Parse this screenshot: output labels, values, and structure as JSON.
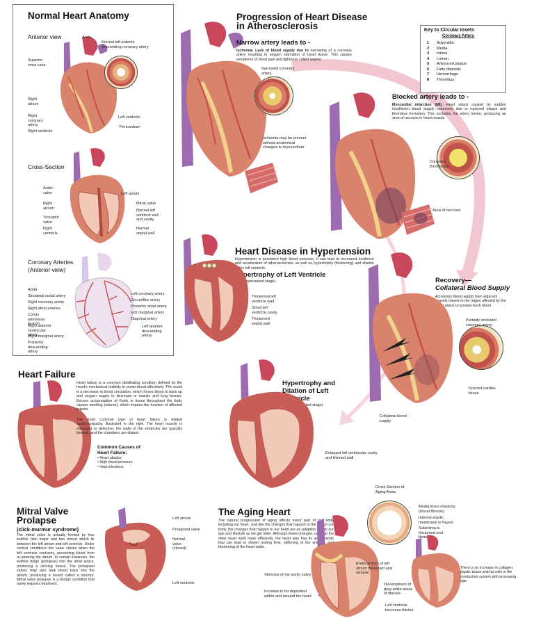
{
  "left_panel": {
    "title": "Normal Heart Anatomy",
    "anterior": {
      "heading": "Anterior view",
      "labels": [
        "Aorta",
        "Normal left anterior descending coronary artery",
        "Superior vena cava",
        "Right atrium",
        "Right coronary artery",
        "Right ventricle",
        "Left ventricle",
        "Pericardium"
      ]
    },
    "cross": {
      "heading": "Cross-Section",
      "labels": [
        "Aortic valve",
        "Left atrium",
        "Right atrium",
        "Mitral valve",
        "Tricuspid valve",
        "Normal left ventricle wall and cavity",
        "Right ventricle",
        "Normal septal wall"
      ]
    },
    "coronary": {
      "heading": "Coronary Arteries",
      "subheading": "(Anterior view)",
      "labels": [
        "Aorta",
        "Sinoatrial nodal artery",
        "Right coronary artery",
        "Right atrial arteries",
        "Conus arteriosus branch",
        "Right anterior ventricular artery",
        "Right marginal artery",
        "Posterior descending artery",
        "Left coronary artery",
        "Circumflex artery",
        "Posterior atrial artery",
        "Left marginal artery",
        "Diagonal artery",
        "Left anterior descending artery"
      ]
    }
  },
  "progression": {
    "title_line1": "Progression of Heart Disease",
    "title_line2": "in Atherosclerosis",
    "narrow_heading": "Narrow artery leads to -",
    "narrow_bold": "Ischemia: Lack of blood supply due to",
    "narrow_text": "narrowing of a coronary artery resulting in oxygen starvation of heart tissue. This causes symptoms of chest pain and tightness called angina.",
    "narrow_labels": [
      "Narrowed coronary artery",
      "Ischemia may be present without anatomical changes to myocardium"
    ],
    "blocked_heading": "Blocked artery leads to -",
    "blocked_bold": "Myocardial infarction (MI):",
    "blocked_text": "Heart attack caused by sudden insufficient blood supply commonly due to ruptured plaque and thrombus formation. This occludes the artery lumen, producing an area of necrosis in heart muscle.",
    "blocked_labels": [
      "Coronary thrombosis",
      "Area of necrosis"
    ]
  },
  "key": {
    "title": "Key to Circular Insets",
    "subtitle": "Coronary Artery",
    "items": [
      {
        "n": "1",
        "label": "Adventitia"
      },
      {
        "n": "2",
        "label": "Media"
      },
      {
        "n": "3",
        "label": "Intima"
      },
      {
        "n": "4",
        "label": "Lumen"
      },
      {
        "n": "5",
        "label": "Advanced plaque"
      },
      {
        "n": "6",
        "label": "Fatty deposits"
      },
      {
        "n": "7",
        "label": "Hemorrhage"
      },
      {
        "n": "8",
        "label": "Thrombus"
      }
    ]
  },
  "hypertension": {
    "title": "Heart Disease in Hypertension",
    "text": "Hypertension is persistent high blood pressure. It can lead to increased incidence and acceleration of atherosclerosis, as well as hypertrophy (thickening) and dilation of the left ventricle.",
    "hyp_heading": "Hypertrophy of Left Ventricle",
    "hyp_sub": "(compensated stage)",
    "hyp_labels": [
      "Thickened left ventricle wall",
      "Small left ventricle cavity",
      "Thickened septal wall"
    ],
    "dil_heading": "Hypertrophy and Dilation of Left Ventricle",
    "dil_sub": "(decompensated stage)",
    "dil_labels": [
      "Enlarged left ventricular cavity and thinned wall"
    ]
  },
  "recovery": {
    "heading1": "Recovery—",
    "heading2": "Collateral Blood Supply",
    "text": "Accessory blood supply from adjacent vessels travels to the region affected by the heart attack to provide fresh blood",
    "labels": [
      "Partially occluded coronary artery",
      "Scarred cardiac tissue",
      "Collateral blood supply"
    ]
  },
  "failure": {
    "title": "Heart Failure",
    "text1": "Heart failure is a common debilitating condition defined by the heart's mechanical inability to pump blood effectively. The result is a decrease in blood circulation, which forces blood to back up and oxygen supply to decrease in muscle and lung tissues. Excess accumulation of fluids in tissue throughout the body causes swelling (edema), which impairs the function of affected organs.",
    "text2": "The most common type of heart failure is dilated cardiomyopathy, illustrated to the right. The heart muscle is damaged or defective, the walls of the ventricles are typically thinned, and the chambers are dilated.",
    "causes_title": "Common Causes of Heart Failure:",
    "causes": [
      "• Heart attacks",
      "• High blood pressure",
      "• Viral infections"
    ]
  },
  "mitral": {
    "title_line1": "Mitral Valve",
    "title_line2": "Prolapse",
    "subtitle": "(click-murmur syndrome)",
    "text": "The mitral valve is actually formed by four leaflets (two major and two minor) which lie between the left atrium and left ventricle. Under normal conditions the valve closes when the left ventricle contracts, preventing blood from re-entering the atrium. In certain instances, the leaflets bulge (prolapse) into the atrial space, producing a clicking sound. The prolapsed valves may also leak blood back into the atrium, producing a sound called a murmur. Mitral valve prolapse is a benign condition that rarely requires treatment.",
    "labels": [
      "Left atrium",
      "Prolapsed valve",
      "Normal valve (closed)",
      "Left ventricle"
    ]
  },
  "aging": {
    "title": "The Aging Heart",
    "text": "The natural progression of aging affects every part of our body including our heart. Just like the changes that happen to the rest of our body, the changes that happen to our heart are an adaption due to our age and lifestyle as we get older. Although these changes can help the older heart work more efficiently, the heart also has its adjustments that can lead to slower resting time, stiffening of the arteries, and thickening of the heart walls.",
    "inset_title": "Cross-Section of Aging Aorta",
    "inset_labels": [
      "Media loses elasticity (mural fibrosis)",
      "Internal elastic membrane is frayed",
      "Subintima is thickened and fibrous"
    ],
    "labels": [
      "Endocardium of left atrium thickened and opaque",
      "Stenosis of the aortic valve",
      "Development of gray-white areas of fibrosis",
      "Increase in fat deposited within and around the heart",
      "Left ventricle becomes thicker"
    ],
    "side_text": "There is an increase in collagen, elastic tissue and fat cells in the conduction system with increasing age."
  },
  "colors": {
    "arrow": "#f3c7d2",
    "myocardium": "#d9826c",
    "vessel": "#9d6bb0",
    "artery": "#c94c4c",
    "fat": "#f0d28a"
  }
}
